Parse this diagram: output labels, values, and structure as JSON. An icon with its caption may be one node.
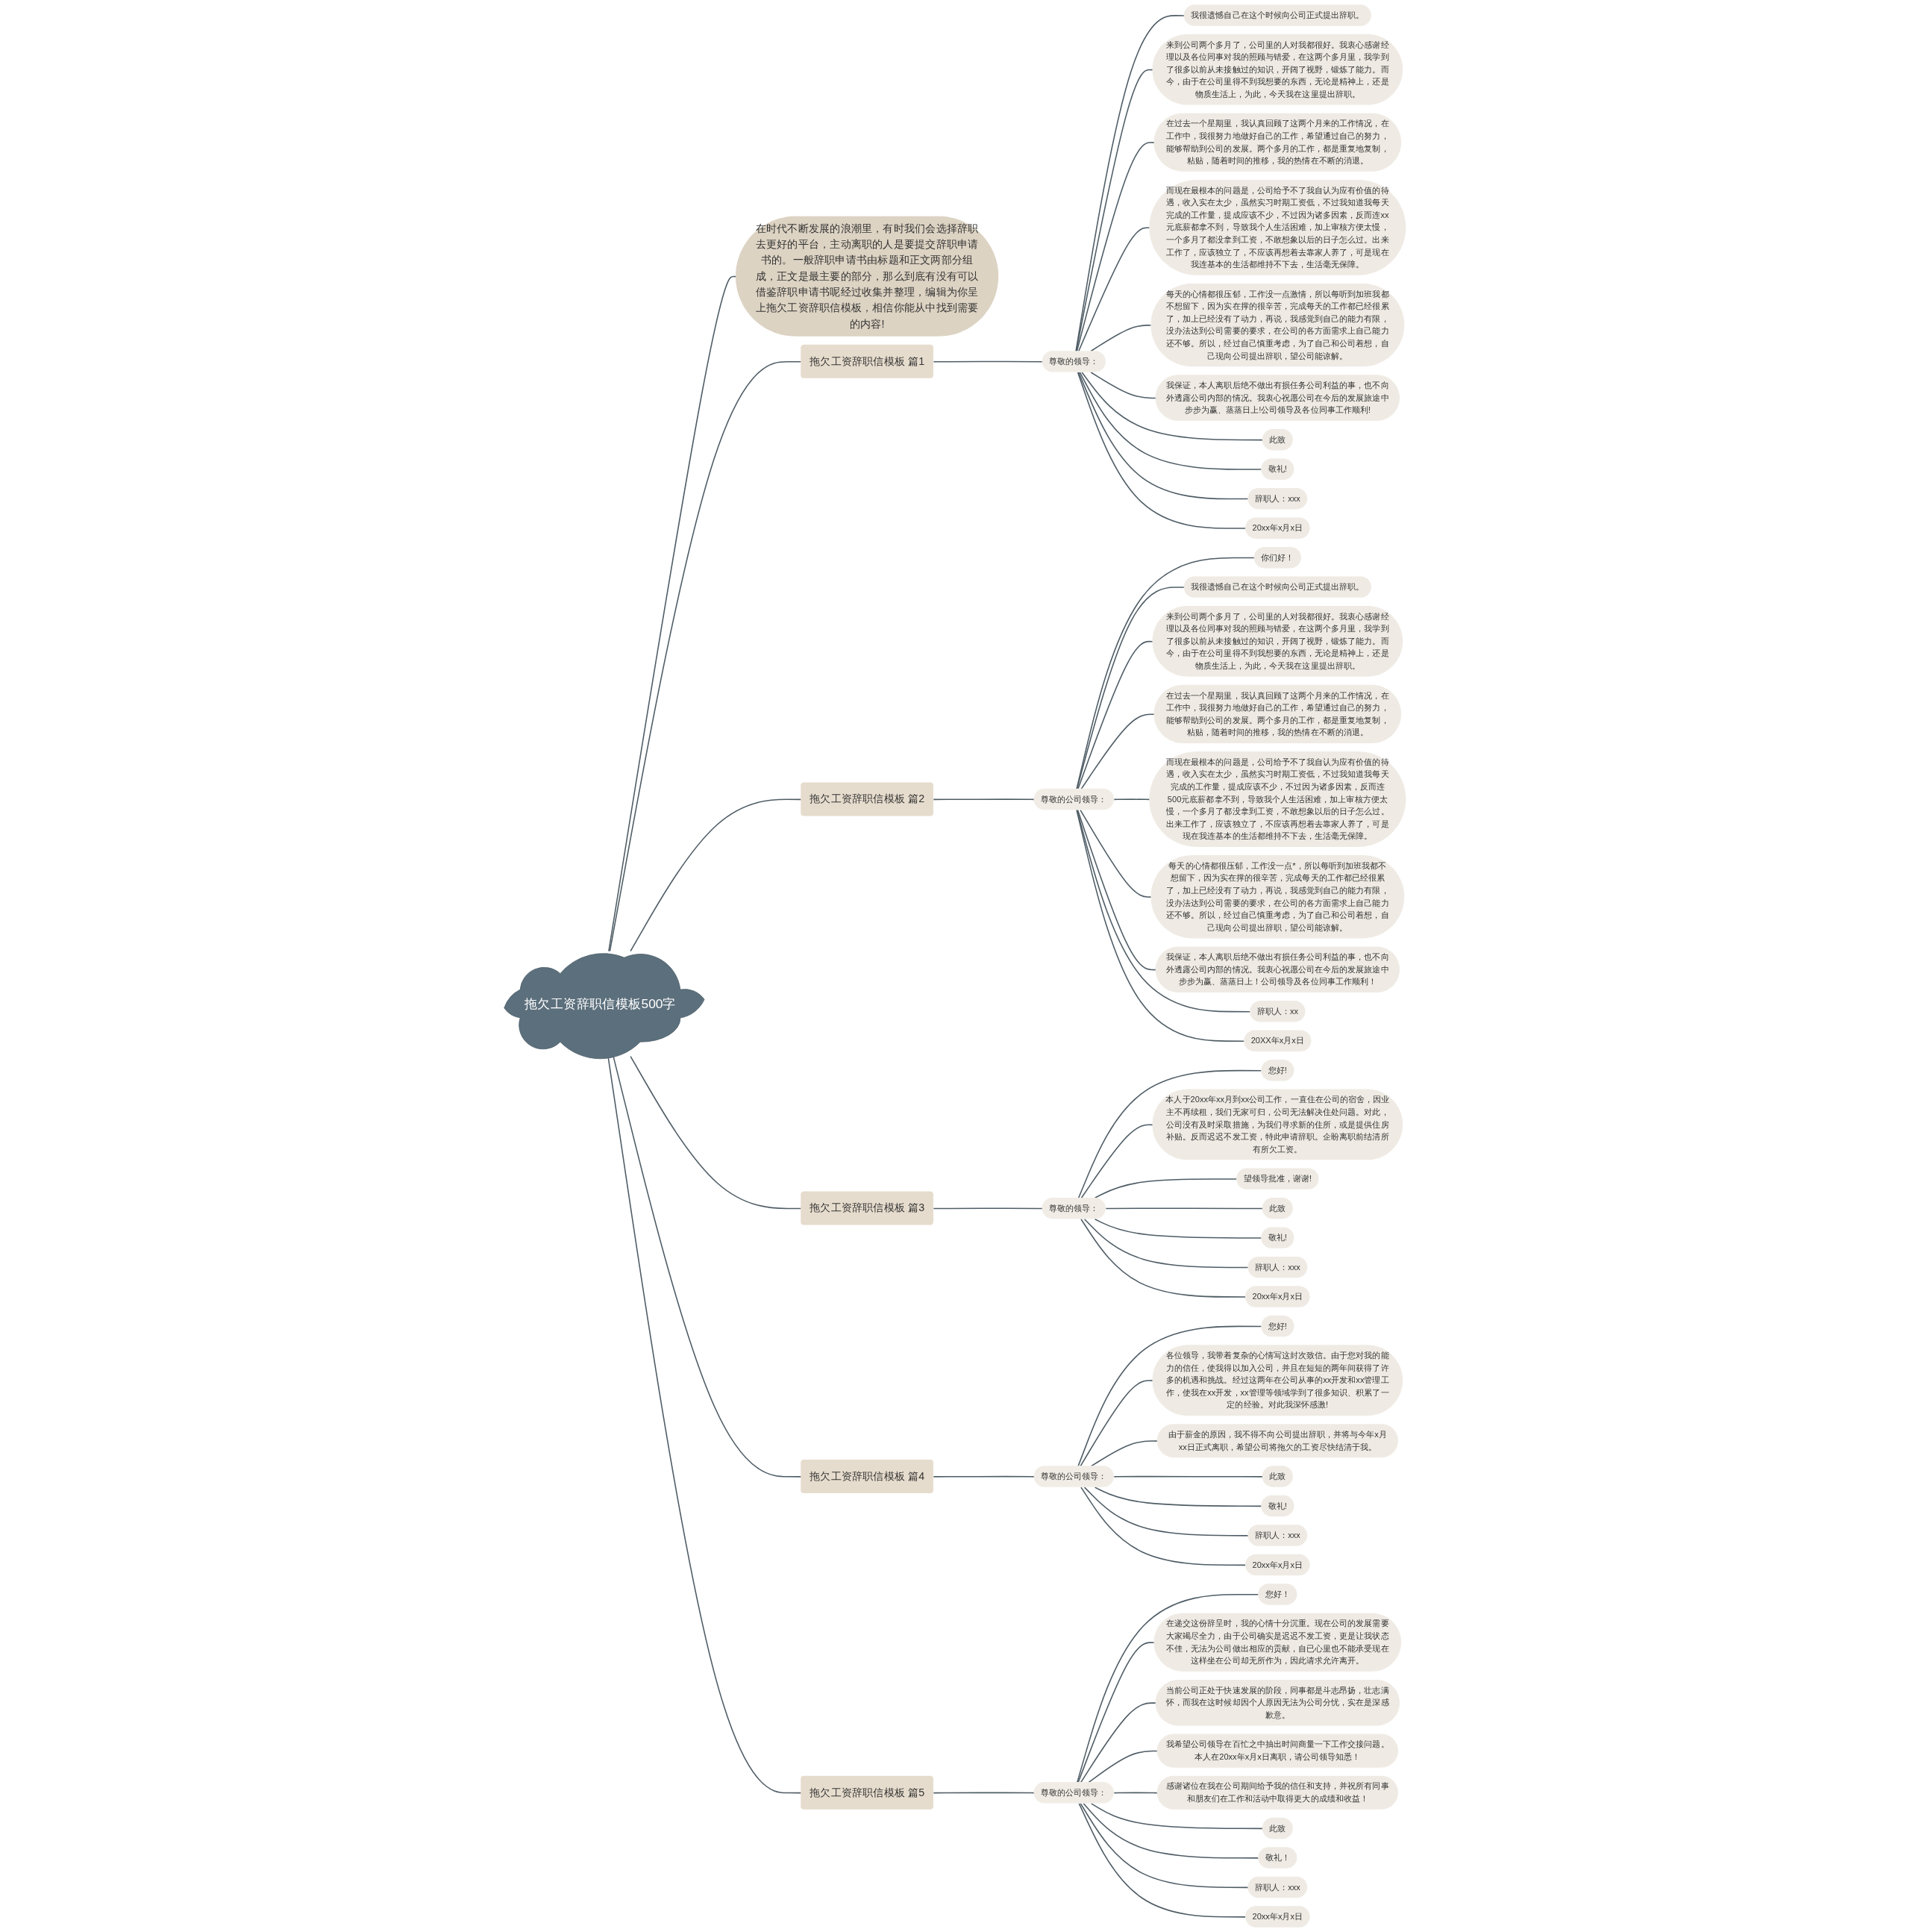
{
  "diagram": {
    "nodes": [
      {
        "text": [
          "拖欠工资辞职信模板500字"
        ]
      },
      {
        "text": [
          "在时代不断发展的浪潮里，有时我们会选择辞职去更好的平台，主动离职的人是要提交辞职申请书的。一般辞职申请书由标题和正文两部分组成，正文是最主要的部分，那么到底有没有可以借鉴辞职申请书呢经过收集并整理，编辑为你呈上拖欠工资辞职信模板，相信你能从中找到需要的内容!"
        ]
      },
      {
        "text": [
          "拖欠工资辞职信模板 篇1"
        ]
      },
      {
        "text": [
          "尊敬的领导："
        ]
      },
      {
        "text": [
          "我很遗憾自己在这个时候向公司正式提出辞职。"
        ]
      },
      {
        "text": [
          "来到公司两个多月了，公司里的人对我都很好。我衷心感谢经理以及各位同事对我的照顾与错爱，在这两个多月里，我学到了很多以前从未接触过的知识，开阔了视野，锻炼了能力。而今，由于在公司里得不到我想要的东西，无论是精神上，还是物质生活上，为此，今天我在这里提出辞职。"
        ]
      },
      {
        "text": [
          "在过去一个星期里，我认真回顾了这两个月来的工作情况，在工作中，我很努力地做好自己的工作，希望通过自己的努力，能够帮助到公司的发展。两个多月的工作，都是重复地复制，粘贴，随着时间的推移，我的热情在不断的消退。"
        ]
      },
      {
        "text": [
          "而现在最根本的问题是，公司给予不了我自认为应有价值的待遇，收入实在太少，虽然实习时期工资低，不过我知道我每天完成的工作量，提成应该不少，不过因为诸多因素，反而连xx元底薪都拿不到，导致我个人生活困难，加上审核方便太慢，一个多月了都没拿到工资，不敢想象以后的日子怎么过。出来工作了，应该独立了，不应该再想着去靠家人养了，可是现在我连基本的生活都维持不下去，生活毫无保障。"
        ]
      },
      {
        "text": [
          "每天的心情都很压郁，工作没一点激情，所以每听到加班我都不想留下，因为实在撑的很辛苦，完成每天的工作都已经很累了，加上已经没有了动力，再说，我感觉到自己的能力有限，没办法达到公司需要的要求，在公司的各方面需求上自己能力还不够。所以，经过自己慎重考虑，为了自己和公司着想，自己现向公司提出辞职，望公司能谅解。"
        ]
      },
      {
        "text": [
          "我保证，本人离职后绝不做出有损任务公司利益的事，也不向外透露公司内部的情况。我衷心祝愿公司在今后的发展旅途中步步为赢、蒸蒸日上!公司领导及各位同事工作顺利!"
        ]
      },
      {
        "text": [
          "此致"
        ]
      },
      {
        "text": [
          "敬礼!"
        ]
      },
      {
        "text": [
          "辞职人：xxx"
        ]
      },
      {
        "text": [
          "20xx年x月x日"
        ]
      },
      {
        "text": [
          "拖欠工资辞职信模板 篇2"
        ]
      },
      {
        "text": [
          "尊敬的公司领导："
        ]
      },
      {
        "text": [
          "你们好！"
        ]
      },
      {
        "text": [
          "我很遗憾自己在这个时候向公司正式提出辞职。"
        ]
      },
      {
        "text": [
          "来到公司两个多月了，公司里的人对我都很好。我衷心感谢经理以及各位同事对我的照顾与错爱，在这两个多月里，我学到了很多以前从未接触过的知识，开阔了视野，锻炼了能力。而今，由于在公司里得不到我想要的东西，无论是精神上，还是物质生活上，为此，今天我在这里提出辞职。"
        ]
      },
      {
        "text": [
          "在过去一个星期里，我认真回顾了这两个月来的工作情况，在工作中，我很努力地做好自己的工作，希望通过自己的努力，能够帮助到公司的发展。两个多月的工作，都是重复地复制，粘贴，随着时间的推移，我的热情在不断的消退。"
        ]
      },
      {
        "text": [
          "而现在最根本的问题是，公司给予不了我自认为应有价值的待遇，收入实在太少，虽然实习时期工资低，不过我知道我每天完成的工作量，提成应该不少，不过因为诸多因素，反而连500元底薪都拿不到，导致我个人生活困难，加上审核方便太慢，一个多月了都没拿到工资，不敢想象以后的日子怎么过。出来工作了，应该独立了，不应该再想着去靠家人养了，可是现在我连基本的生活都维持不下去，生活毫无保障。"
        ]
      },
      {
        "text": [
          "每天的心情都很压郁，工作没一点*，所以每听到加班我都不想留下，因为实在撑的很辛苦，完成每天的工作都已经很累了，加上已经没有了动力，再说，我感觉到自己的能力有限，没办法达到公司需要的要求，在公司的各方面需求上自己能力还不够。所以，经过自己慎重考虑，为了自己和公司着想，自己现向公司提出辞职，望公司能谅解。"
        ]
      },
      {
        "text": [
          "我保证，本人离职后绝不做出有损任务公司利益的事，也不向外透露公司内部的情况。我衷心祝愿公司在今后的发展旅途中步步为赢、蒸蒸日上！公司领导及各位同事工作顺利！"
        ]
      },
      {
        "text": [
          "辞职人：xx"
        ]
      },
      {
        "text": [
          "20XX年x月x日"
        ]
      },
      {
        "text": [
          "拖欠工资辞职信模板 篇3"
        ]
      },
      {
        "text": [
          "尊敬的领导："
        ]
      },
      {
        "text": [
          "您好!"
        ]
      },
      {
        "text": [
          "本人于20xx年xx月到xx公司工作，一直住在公司的宿舍，因业主不再续租，我们无家可归，公司无法解决住处问题。对此，公司没有及时采取措施，为我们寻求新的住所，或是提供住房补贴。反而迟迟不发工资，特此申请辞职。企盼离职前结清所有所欠工资。"
        ]
      },
      {
        "text": [
          "望领导批准，谢谢!"
        ]
      },
      {
        "text": [
          "此致"
        ]
      },
      {
        "text": [
          "敬礼!"
        ]
      },
      {
        "text": [
          "辞职人：xxx"
        ]
      },
      {
        "text": [
          "20xx年x月x日"
        ]
      },
      {
        "text": [
          "拖欠工资辞职信模板 篇4"
        ]
      },
      {
        "text": [
          "尊敬的公司领导："
        ]
      },
      {
        "text": [
          "您好!"
        ]
      },
      {
        "text": [
          "各位领导，我带着复杂的心情写这封次致信。由于您对我的能力的信任，使我得以加入公司，并且在短短的两年间获得了许多的机遇和挑战。经过这两年在公司从事的xx开发和xx管理工作，使我在xx开发，xx管理等领域学到了很多知识、积累了一定的经验。对此我深怀感激!"
        ]
      },
      {
        "text": [
          "由于薪金的原因，我不得不向公司提出辞职，并将与今年x月xx日正式离职，希望公司将拖欠的工资尽快结清于我。"
        ]
      },
      {
        "text": [
          "此致"
        ]
      },
      {
        "text": [
          "敬礼!"
        ]
      },
      {
        "text": [
          "辞职人：xxx"
        ]
      },
      {
        "text": [
          "20xx年x月x日"
        ]
      },
      {
        "text": [
          "拖欠工资辞职信模板 篇5"
        ]
      },
      {
        "text": [
          "尊敬的公司领导："
        ]
      },
      {
        "text": [
          "您好！"
        ]
      },
      {
        "text": [
          "在递交这份辞呈时，我的心情十分沉重。现在公司的发展需要大家竭尽全力，由于公司确实是迟迟不发工资，更是让我状态不佳，无法为公司做出相应的贡献，自已心里也不能承受现在这样坐在公司却无所作为，因此请求允许离开。"
        ]
      },
      {
        "text": [
          "当前公司正处于快速发展的阶段，同事都是斗志昂扬，壮志满怀，而我在这时候却因个人原因无法为公司分忧，实在是深感歉意。"
        ]
      },
      {
        "text": [
          "我希望公司领导在百忙之中抽出时间商量一下工作交接问题。本人在20xx年x月x日离职，请公司领导知悉！"
        ]
      },
      {
        "text": [
          "感谢诸位在我在公司期间给予我的信任和支持，并祝所有同事和朋友们在工作和活动中取得更大的成绩和收益！"
        ]
      },
      {
        "text": [
          "此致"
        ]
      },
      {
        "text": [
          "敬礼！"
        ]
      },
      {
        "text": [
          "辞职人：xxx"
        ]
      },
      {
        "text": [
          "20xx年x月x日"
        ]
      }
    ],
    "edges": [
      {
        "from": 0,
        "to": 1,
        "arrow": "none"
      },
      {
        "from": 0,
        "to": 2,
        "arrow": "none"
      },
      {
        "from": 2,
        "to": 3,
        "arrow": "none"
      },
      {
        "from": 3,
        "to": 4,
        "arrow": "none"
      },
      {
        "from": 3,
        "to": 5,
        "arrow": "none"
      },
      {
        "from": 3,
        "to": 6,
        "arrow": "none"
      },
      {
        "from": 3,
        "to": 7,
        "arrow": "none"
      },
      {
        "from": 3,
        "to": 8,
        "arrow": "none"
      },
      {
        "from": 3,
        "to": 9,
        "arrow": "none"
      },
      {
        "from": 3,
        "to": 10,
        "arrow": "none"
      },
      {
        "from": 3,
        "to": 11,
        "arrow": "none"
      },
      {
        "from": 3,
        "to": 12,
        "arrow": "none"
      },
      {
        "from": 3,
        "to": 13,
        "arrow": "none"
      },
      {
        "from": 0,
        "to": 14,
        "arrow": "none"
      },
      {
        "from": 14,
        "to": 15,
        "arrow": "none"
      },
      {
        "from": 15,
        "to": 16,
        "arrow": "none"
      },
      {
        "from": 15,
        "to": 17,
        "arrow": "none"
      },
      {
        "from": 15,
        "to": 18,
        "arrow": "none"
      },
      {
        "from": 15,
        "to": 19,
        "arrow": "none"
      },
      {
        "from": 15,
        "to": 20,
        "arrow": "none"
      },
      {
        "from": 15,
        "to": 21,
        "arrow": "none"
      },
      {
        "from": 15,
        "to": 22,
        "arrow": "none"
      },
      {
        "from": 15,
        "to": 23,
        "arrow": "none"
      },
      {
        "from": 15,
        "to": 24,
        "arrow": "none"
      },
      {
        "from": 0,
        "to": 25,
        "arrow": "none"
      },
      {
        "from": 25,
        "to": 26,
        "arrow": "none"
      },
      {
        "from": 26,
        "to": 27,
        "arrow": "none"
      },
      {
        "from": 26,
        "to": 28,
        "arrow": "none"
      },
      {
        "from": 26,
        "to": 29,
        "arrow": "none"
      },
      {
        "from": 26,
        "to": 30,
        "arrow": "none"
      },
      {
        "from": 26,
        "to": 31,
        "arrow": "none"
      },
      {
        "from": 26,
        "to": 32,
        "arrow": "none"
      },
      {
        "from": 26,
        "to": 33,
        "arrow": "none"
      },
      {
        "from": 0,
        "to": 34,
        "arrow": "none"
      },
      {
        "from": 34,
        "to": 35,
        "arrow": "none"
      },
      {
        "from": 35,
        "to": 36,
        "arrow": "none"
      },
      {
        "from": 35,
        "to": 37,
        "arrow": "none"
      },
      {
        "from": 35,
        "to": 38,
        "arrow": "none"
      },
      {
        "from": 35,
        "to": 39,
        "arrow": "none"
      },
      {
        "from": 35,
        "to": 40,
        "arrow": "none"
      },
      {
        "from": 35,
        "to": 41,
        "arrow": "none"
      },
      {
        "from": 35,
        "to": 42,
        "arrow": "none"
      },
      {
        "from": 0,
        "to": 43,
        "arrow": "none"
      },
      {
        "from": 43,
        "to": 44,
        "arrow": "none"
      },
      {
        "from": 44,
        "to": 45,
        "arrow": "none"
      },
      {
        "from": 44,
        "to": 46,
        "arrow": "none"
      },
      {
        "from": 44,
        "to": 47,
        "arrow": "none"
      },
      {
        "from": 44,
        "to": 48,
        "arrow": "none"
      },
      {
        "from": 44,
        "to": 49,
        "arrow": "none"
      },
      {
        "from": 44,
        "to": 50,
        "arrow": "none"
      },
      {
        "from": 44,
        "to": 51,
        "arrow": "none"
      },
      {
        "from": 44,
        "to": 52,
        "arrow": "none"
      },
      {
        "from": 44,
        "to": 53,
        "arrow": "none"
      }
    ]
  }
}
